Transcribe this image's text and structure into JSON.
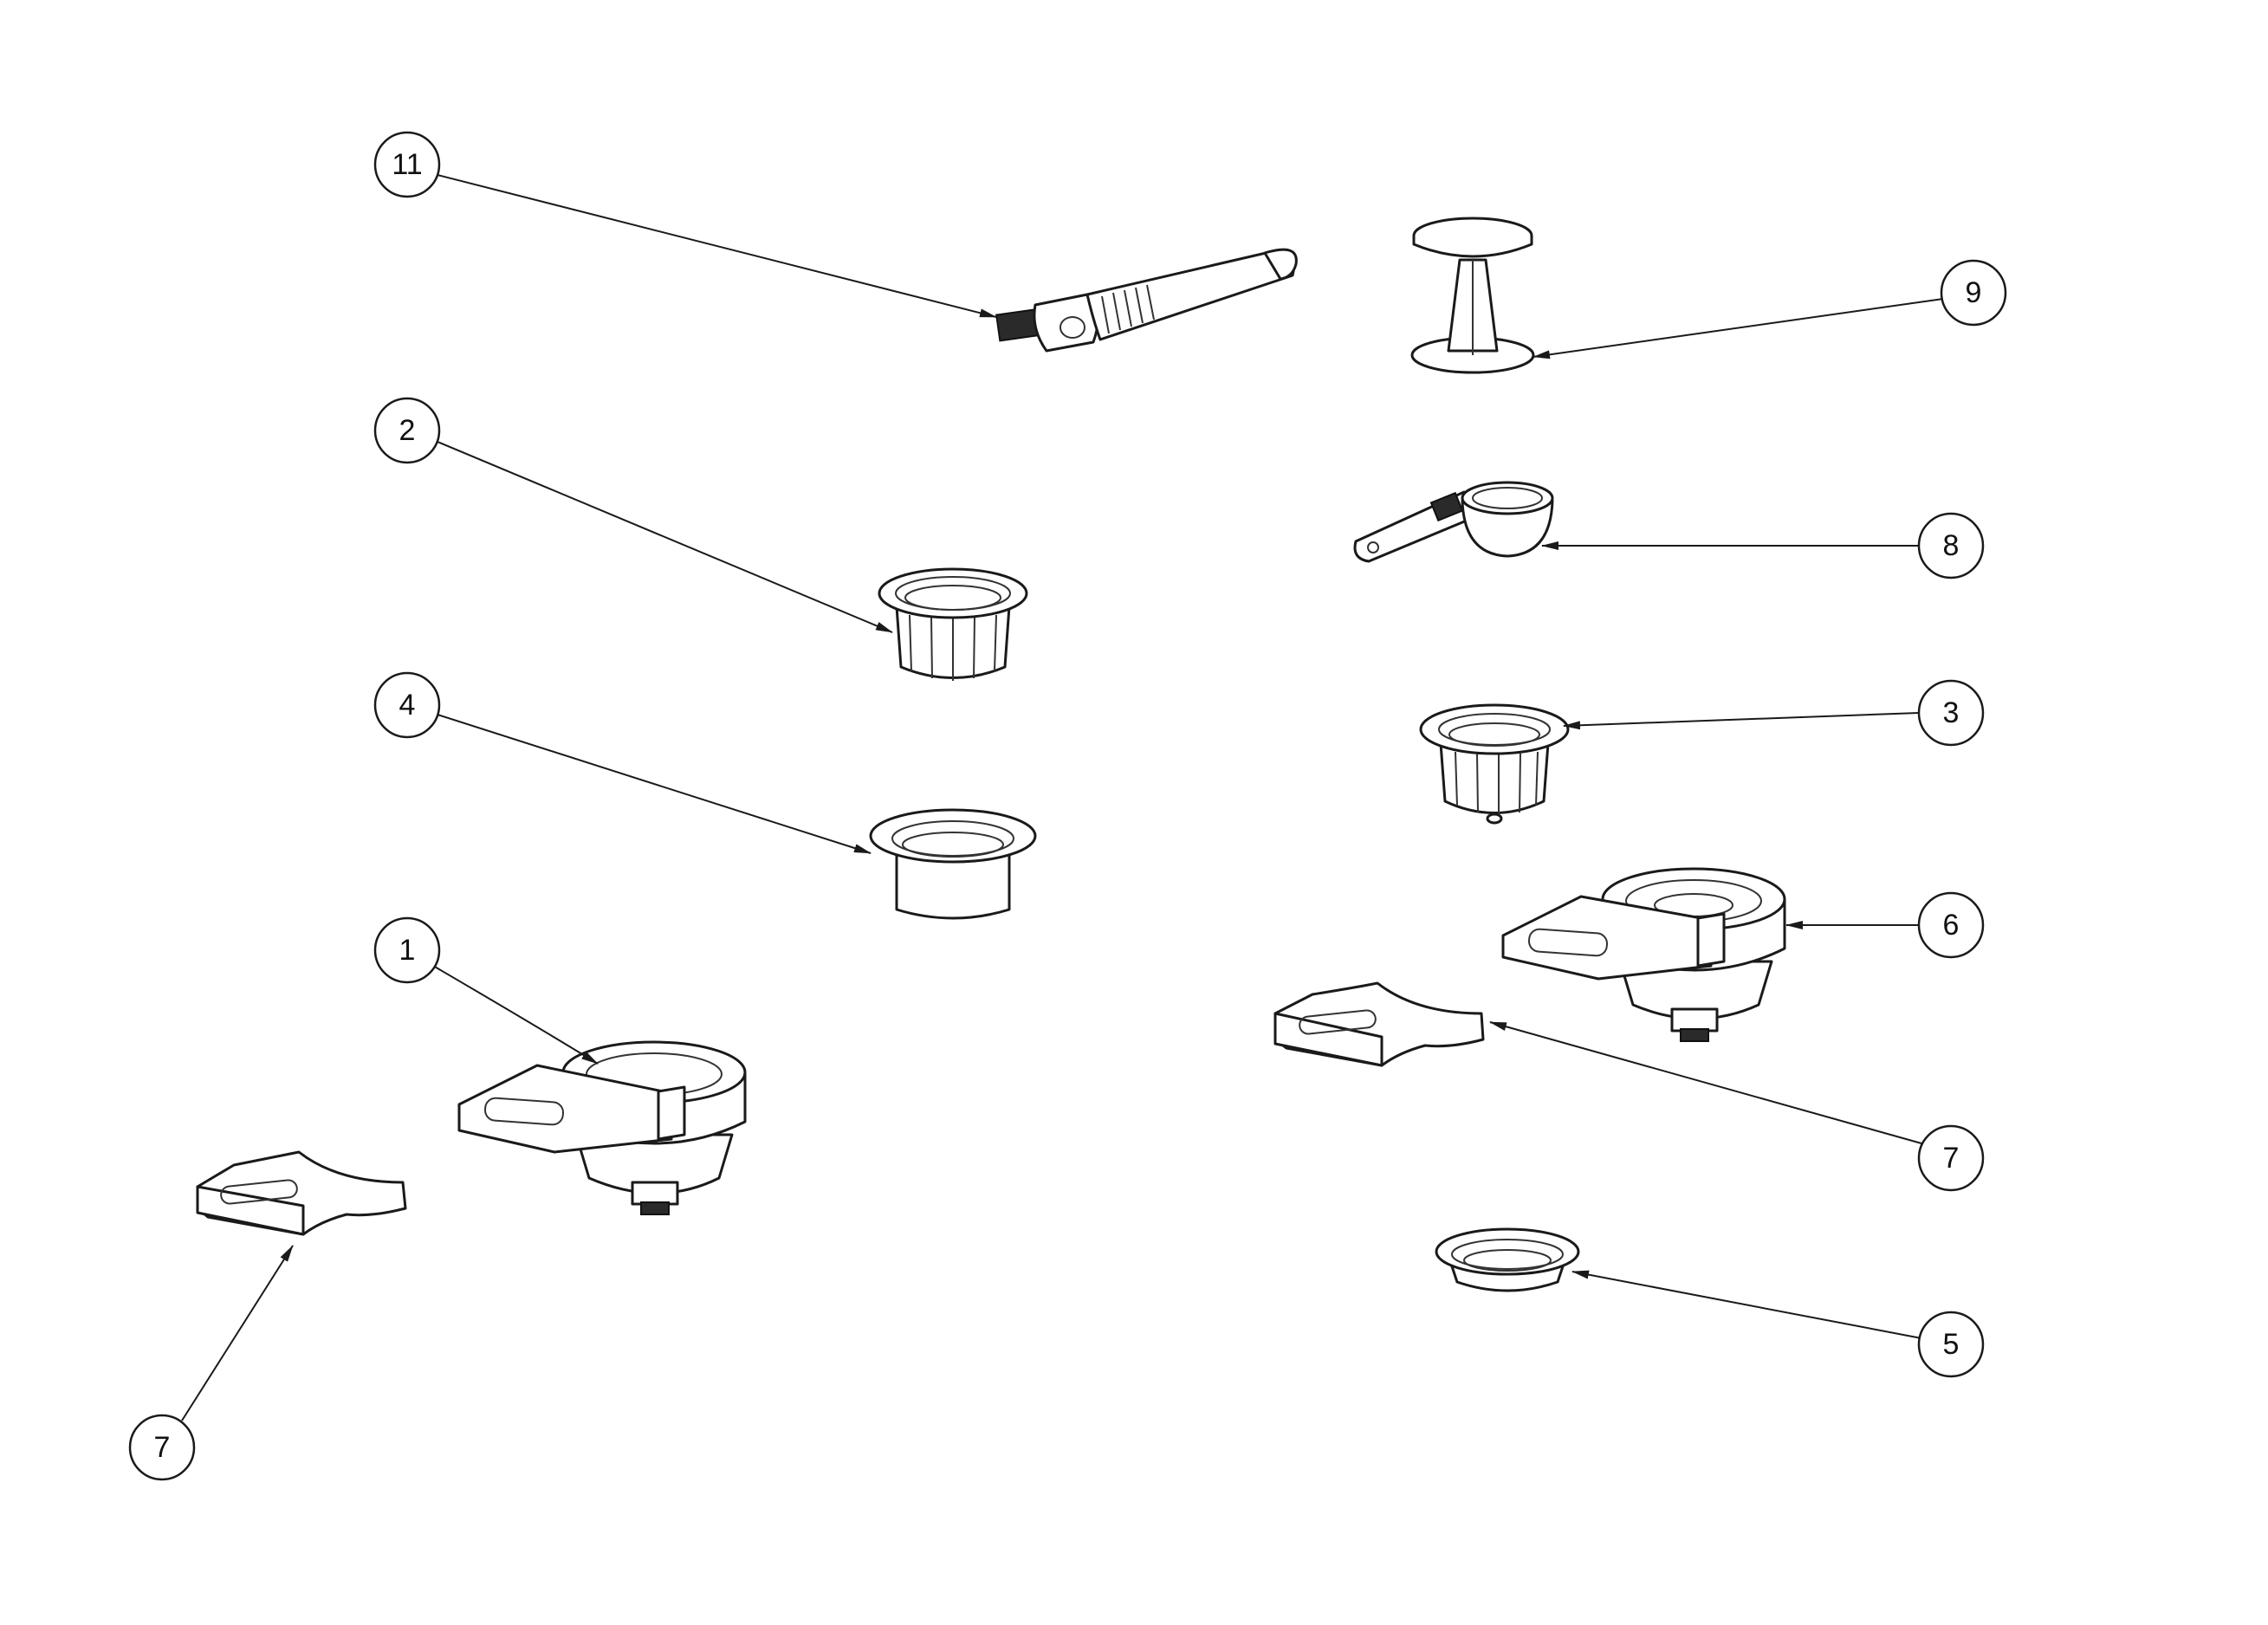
{
  "callouts": [
    {
      "id": "c11",
      "label": "11"
    },
    {
      "id": "c9",
      "label": "9"
    },
    {
      "id": "c2",
      "label": "2"
    },
    {
      "id": "c8",
      "label": "8"
    },
    {
      "id": "c4",
      "label": "4"
    },
    {
      "id": "c3",
      "label": "3"
    },
    {
      "id": "c1",
      "label": "1"
    },
    {
      "id": "c6",
      "label": "6"
    },
    {
      "id": "c7a",
      "label": "7"
    },
    {
      "id": "c7b",
      "label": "7"
    },
    {
      "id": "c5",
      "label": "5"
    }
  ],
  "colors": {
    "line": "#1a1a1a",
    "background": "#ffffff"
  }
}
